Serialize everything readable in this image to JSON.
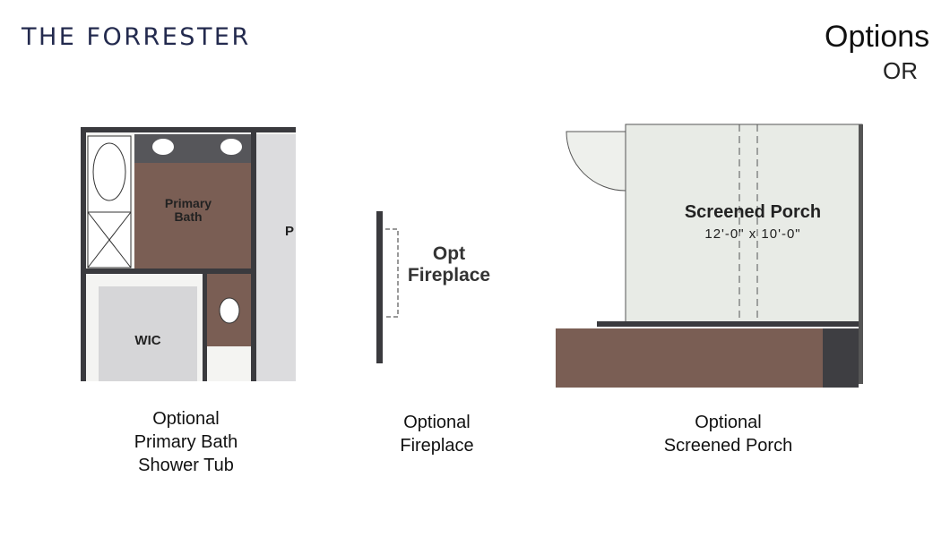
{
  "header": {
    "title": "THE FORRESTER",
    "section": "Options",
    "overlay": "OR"
  },
  "colors": {
    "brand": "#232a4e",
    "wood": "#7a5e54",
    "floor": "#e4e4e0",
    "wall": "#3a3a3e"
  },
  "plans": [
    {
      "labels": [
        "Primary Bath",
        "WIC",
        "P"
      ],
      "caption": [
        "Optional",
        "Primary Bath",
        "Shower Tub"
      ]
    },
    {
      "labels": [
        "Opt",
        "Fireplace"
      ],
      "caption": [
        "Optional",
        "Fireplace"
      ]
    },
    {
      "labels": [
        "Screened Porch",
        "12'-0\" x 10'-0\""
      ],
      "caption": [
        "Optional",
        "Screened Porch"
      ]
    }
  ]
}
